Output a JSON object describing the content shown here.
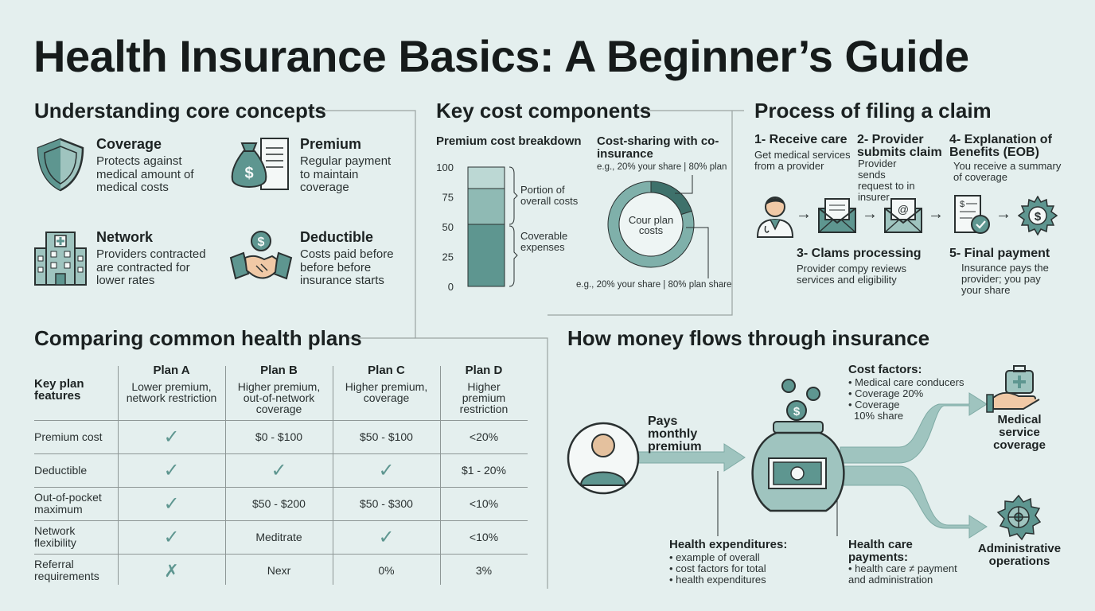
{
  "title": "Health Insurance Basics: A Beginner’s Guide",
  "colors": {
    "accent": "#5e9690",
    "accent_light": "#9fc4bf",
    "accent_dark": "#3e716b",
    "background": "#e4efee",
    "outline": "#2a3131"
  },
  "concepts": {
    "title": "Understanding core concepts",
    "items": [
      {
        "title": "Coverage",
        "desc": "Protects against medical amount of medical costs",
        "icon": "shield-icon"
      },
      {
        "title": "Premium",
        "desc": "Regular payment to maintain coverage",
        "icon": "money-bag-icon"
      },
      {
        "title": "Network",
        "desc": "Providers contracted are contracted for lower rates",
        "icon": "hospital-icon"
      },
      {
        "title": "Deductible",
        "desc": "Costs paid before before before insurance starts",
        "icon": "handshake-icon"
      }
    ]
  },
  "costs": {
    "title": "Key cost components",
    "breakdown_title": "Premium cost breakdown",
    "axis_ticks": [
      "100",
      "75",
      "50",
      "25",
      "0"
    ],
    "label_top": "Portion of overall costs",
    "label_bottom": "Coverable expenses",
    "coins_title": "Cost-sharing with co-insurance",
    "coins_sub": "e.g., 20% your share | 80% plan",
    "donut_center": "Cour plan costs",
    "donut_note": "e.g., 20% your share | 80% plan share"
  },
  "chart_data": [
    {
      "type": "bar",
      "title": "Premium cost breakdown",
      "categories": [
        ""
      ],
      "series": [
        {
          "name": "Coverable expenses",
          "values": [
            52
          ]
        },
        {
          "name": "",
          "values": [
            30
          ]
        },
        {
          "name": "",
          "values": [
            18
          ]
        }
      ],
      "ylim": [
        0,
        100
      ],
      "stacked": true
    },
    {
      "type": "pie",
      "title": "Cost-sharing with co-insurance",
      "categories": [
        "your share",
        "plan"
      ],
      "values": [
        20,
        80
      ],
      "donut": true
    }
  ],
  "claim": {
    "title": "Process of filing a claim",
    "steps": [
      {
        "label": "1- Receive care",
        "desc": "Get medical services from a provider",
        "icon": "doctor-icon"
      },
      {
        "label": "2- Provider submits claim",
        "desc": "Provider sends request to in insurer",
        "icon": "envelope-icon"
      },
      {
        "label": "3- Clams processing",
        "desc": "Provider compy reviews services and eligibility",
        "icon": "email-icon"
      },
      {
        "label": "4- Explanation of Benefits (EOB)",
        "desc": "You receive a summary of coverage",
        "icon": "document-check-icon"
      },
      {
        "label": "5- Final payment",
        "desc": "Insurance pays the provider; you pay your share",
        "icon": "dollar-gear-icon"
      }
    ]
  },
  "plans": {
    "title": "Comparing common health plans",
    "feature_header": "Key plan features",
    "columns": [
      {
        "name": "Plan A",
        "desc": "Lower premium, network restriction"
      },
      {
        "name": "Plan B",
        "desc": "Higher premium, out-of-network coverage"
      },
      {
        "name": "Plan C",
        "desc": "Higher premium, coverage"
      },
      {
        "name": "Plan D",
        "desc": "Higher premium restriction"
      }
    ],
    "rows": [
      {
        "feature": "Premium cost",
        "cells": [
          "✓",
          "$0 - $100",
          "$50 - $100",
          "<20%"
        ]
      },
      {
        "feature": "Deductible",
        "cells": [
          "✓",
          "✓",
          "✓",
          "$1 - 20%"
        ]
      },
      {
        "feature": "Out-of-pocket maximum",
        "cells": [
          "✓",
          "$50 - $200",
          "$50 - $300",
          "<10%"
        ]
      },
      {
        "feature": "Network flexibility",
        "cells": [
          "✓",
          "Meditrate",
          "✓",
          "<10%"
        ]
      },
      {
        "feature": "Referral requirements",
        "cells": [
          "✗",
          "Nexr",
          "0%",
          "3%"
        ]
      }
    ]
  },
  "flow": {
    "title": "How money flows through insurance",
    "pays_label": "Pays monthly premium",
    "cost_factors_title": "Cost factors:",
    "cost_factors": [
      "• Medical care conducers",
      "• Coverage 20%",
      "• Coverage",
      "10% share"
    ],
    "expend_title": "Health expenditures:",
    "expend_items": [
      "• example of overall",
      "• cost factors for total",
      "• health expenditures"
    ],
    "payments_title": "Health care payments:",
    "payments_items": [
      "• health care ≠ payment",
      "and administration"
    ],
    "medical_label": "Medical service coverage",
    "admin_label": "Administrative operations"
  }
}
